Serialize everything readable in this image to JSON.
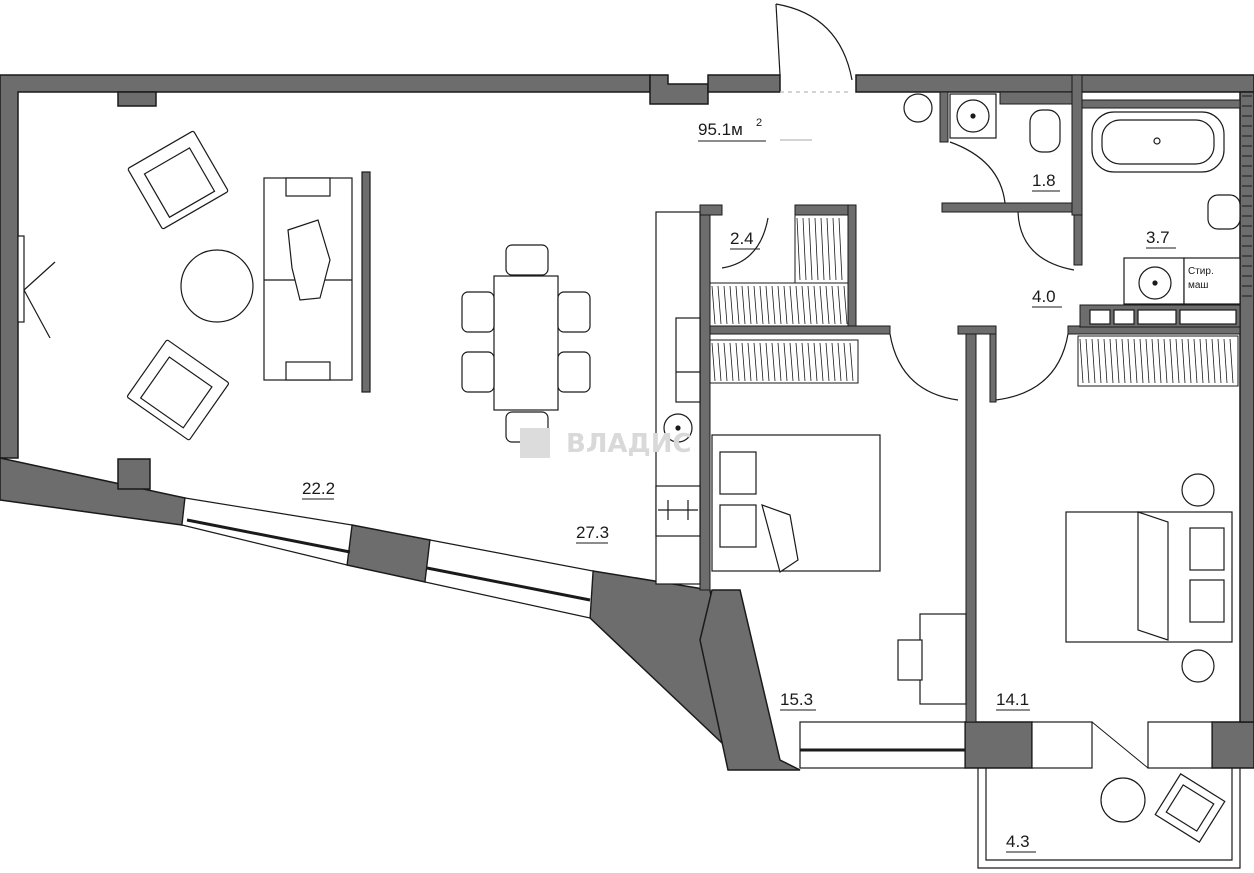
{
  "plan": {
    "total_area": "95.1м",
    "total_area_sup": "2",
    "rooms": [
      {
        "id": "living",
        "label": "22.2"
      },
      {
        "id": "kitchen",
        "label": "27.3"
      },
      {
        "id": "storage",
        "label": "2.4"
      },
      {
        "id": "wc",
        "label": "1.8"
      },
      {
        "id": "bathroom",
        "label": "3.7"
      },
      {
        "id": "hall",
        "label": "4.0"
      },
      {
        "id": "bedroom1",
        "label": "15.3"
      },
      {
        "id": "bedroom2",
        "label": "14.1"
      },
      {
        "id": "balcony",
        "label": "4.3"
      }
    ],
    "washer_note": [
      "Стир.",
      "маш"
    ],
    "watermark": "ВЛАДИС",
    "colors": {
      "wall": "#6d6d6d",
      "line": "#1a1a1a",
      "background": "#ffffff"
    }
  }
}
